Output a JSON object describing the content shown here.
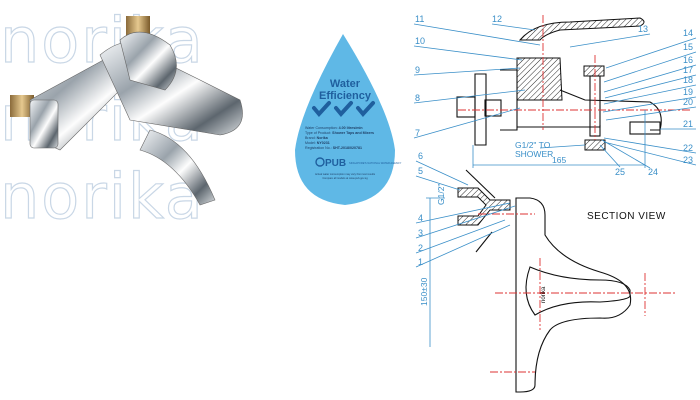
{
  "watermark": {
    "lines": [
      "norika",
      "norika",
      "norika"
    ]
  },
  "label": {
    "title_line1": "Water",
    "title_line2": "Efficiency",
    "ticks": 3,
    "rating_icon": "check-icon",
    "details": [
      {
        "k": "Water Consumption:",
        "v": "4.00 litres/min"
      },
      {
        "k": "Type of Product:",
        "v": "Shower Taps and Mixers"
      },
      {
        "k": "Brand:",
        "v": "Norika"
      },
      {
        "k": "Model:",
        "v": "NY0231"
      },
      {
        "k": "Registration No.:",
        "v": "SHT-2018/020781"
      }
    ],
    "agency": "PUB",
    "agency_sub": "SINGAPORE'S NATIONAL WATER AGENCY",
    "footer1": "Actual water consumption may vary from test results",
    "footer2": "Compare all models at www.pub.gov.sg",
    "color_drop": "#5fb8e6",
    "color_text": "#1f5f9e"
  },
  "diagram": {
    "callouts_top_left": [
      "11",
      "10",
      "9",
      "8",
      "7"
    ],
    "callout_12": "12",
    "callout_13": "13",
    "callouts_right": [
      "14",
      "15",
      "16",
      "17",
      "18",
      "19",
      "20",
      "21",
      "22",
      "23"
    ],
    "callout_24": "24",
    "callout_25": "25",
    "callouts_bottom_left": [
      "6",
      "5",
      "4",
      "3",
      "2",
      "1"
    ],
    "shower_label_1": "G1/2\" TO",
    "shower_label_2": "SHOWER",
    "dim_width": "165",
    "dim_thread": "G1/2\"",
    "dim_height": "150±30",
    "section_view": "SECTION VIEW",
    "brand_mark": "norika",
    "color_callout": "#3a8fc8",
    "color_centerline": "#dd3333"
  }
}
